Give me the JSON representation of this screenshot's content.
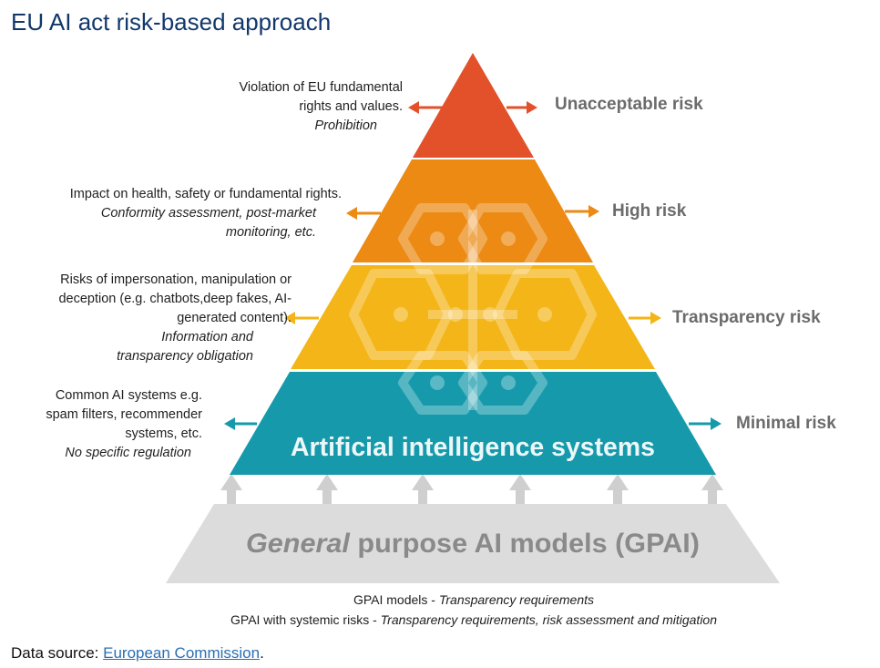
{
  "title": "EU AI act risk-based approach",
  "tiers": [
    {
      "label": "Unacceptable risk",
      "desc": "Violation of EU fundamental rights and values.",
      "measure": "Prohibition",
      "color": "#e2512a"
    },
    {
      "label": "High risk",
      "desc": "Impact on health, safety or fundamental rights.",
      "measure": "Conformity assessment, post-market monitoring, etc.",
      "color": "#ec8a13"
    },
    {
      "label": "Transparency risk",
      "desc": "Risks of impersonation, manipulation or deception (e.g. chatbots,deep fakes, AI-generated content).",
      "measure": "Information and transparency obligation",
      "color": "#f4b519"
    },
    {
      "label": "Minimal risk",
      "desc": "Common AI systems e.g. spam filters, recommender systems, etc.",
      "measure": "No specific regulation",
      "color": "#169aab"
    }
  ],
  "pyramid_label": "Artificial intelligence systems",
  "gpai": {
    "label_italic": "General",
    "label_rest": "purpose AI models (GPAI)",
    "line1_prefix": "GPAI models - ",
    "line1_italic": "Transparency requirements",
    "line2_prefix": "GPAI with systemic risks - ",
    "line2_italic": "Transparency requirements, risk assessment and mitigation"
  },
  "source": {
    "prefix": "Data source: ",
    "link": "European Commission",
    "suffix": "."
  }
}
